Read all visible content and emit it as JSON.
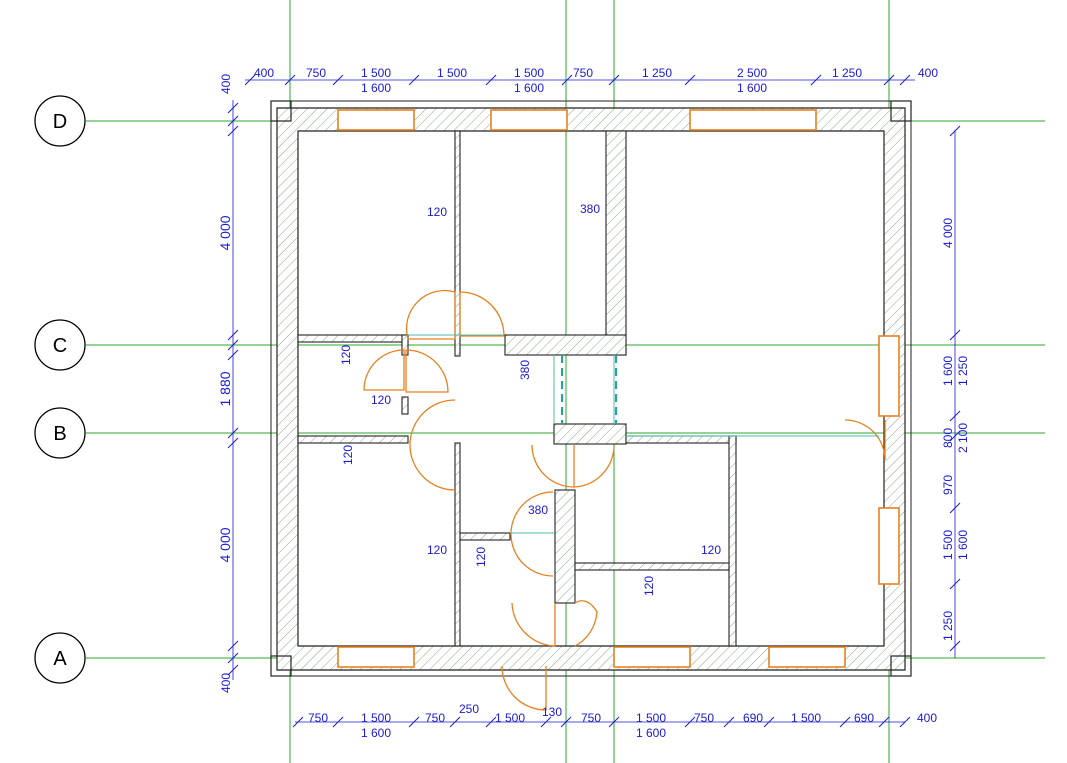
{
  "grid_axes": [
    "D",
    "C",
    "B",
    "A"
  ],
  "dims": {
    "top1": [
      "400",
      "750",
      "1 500",
      "1 500",
      "1 500",
      "750",
      "1 250",
      "2 500",
      "1 250",
      "400"
    ],
    "top2": [
      "1 600",
      "1 600",
      "1 600"
    ],
    "bottom1": [
      "750",
      "1 500",
      "750",
      "250",
      "1 500",
      "130",
      "750",
      "1 500",
      "750",
      "690",
      "1 500",
      "690",
      "400"
    ],
    "bottom2": [
      "1 600",
      "1 600"
    ],
    "left": [
      "400",
      "4 000",
      "1 880",
      "4 000",
      "400"
    ],
    "right": [
      "4 000",
      "1 600",
      "1 250",
      "800",
      "2 100",
      "970",
      "1 500",
      "1 600",
      "1 250"
    ],
    "interior": [
      "120",
      "380",
      "120",
      "380",
      "120",
      "120",
      "380",
      "120",
      "120",
      "120",
      "120"
    ]
  },
  "colors": {
    "grid": "#2eaa2e",
    "wall": "#222222",
    "hatch": "#7a9a7a",
    "opening": "#e8801e",
    "dimension": "#1a1ad6",
    "partition": "#4fb8b0"
  }
}
